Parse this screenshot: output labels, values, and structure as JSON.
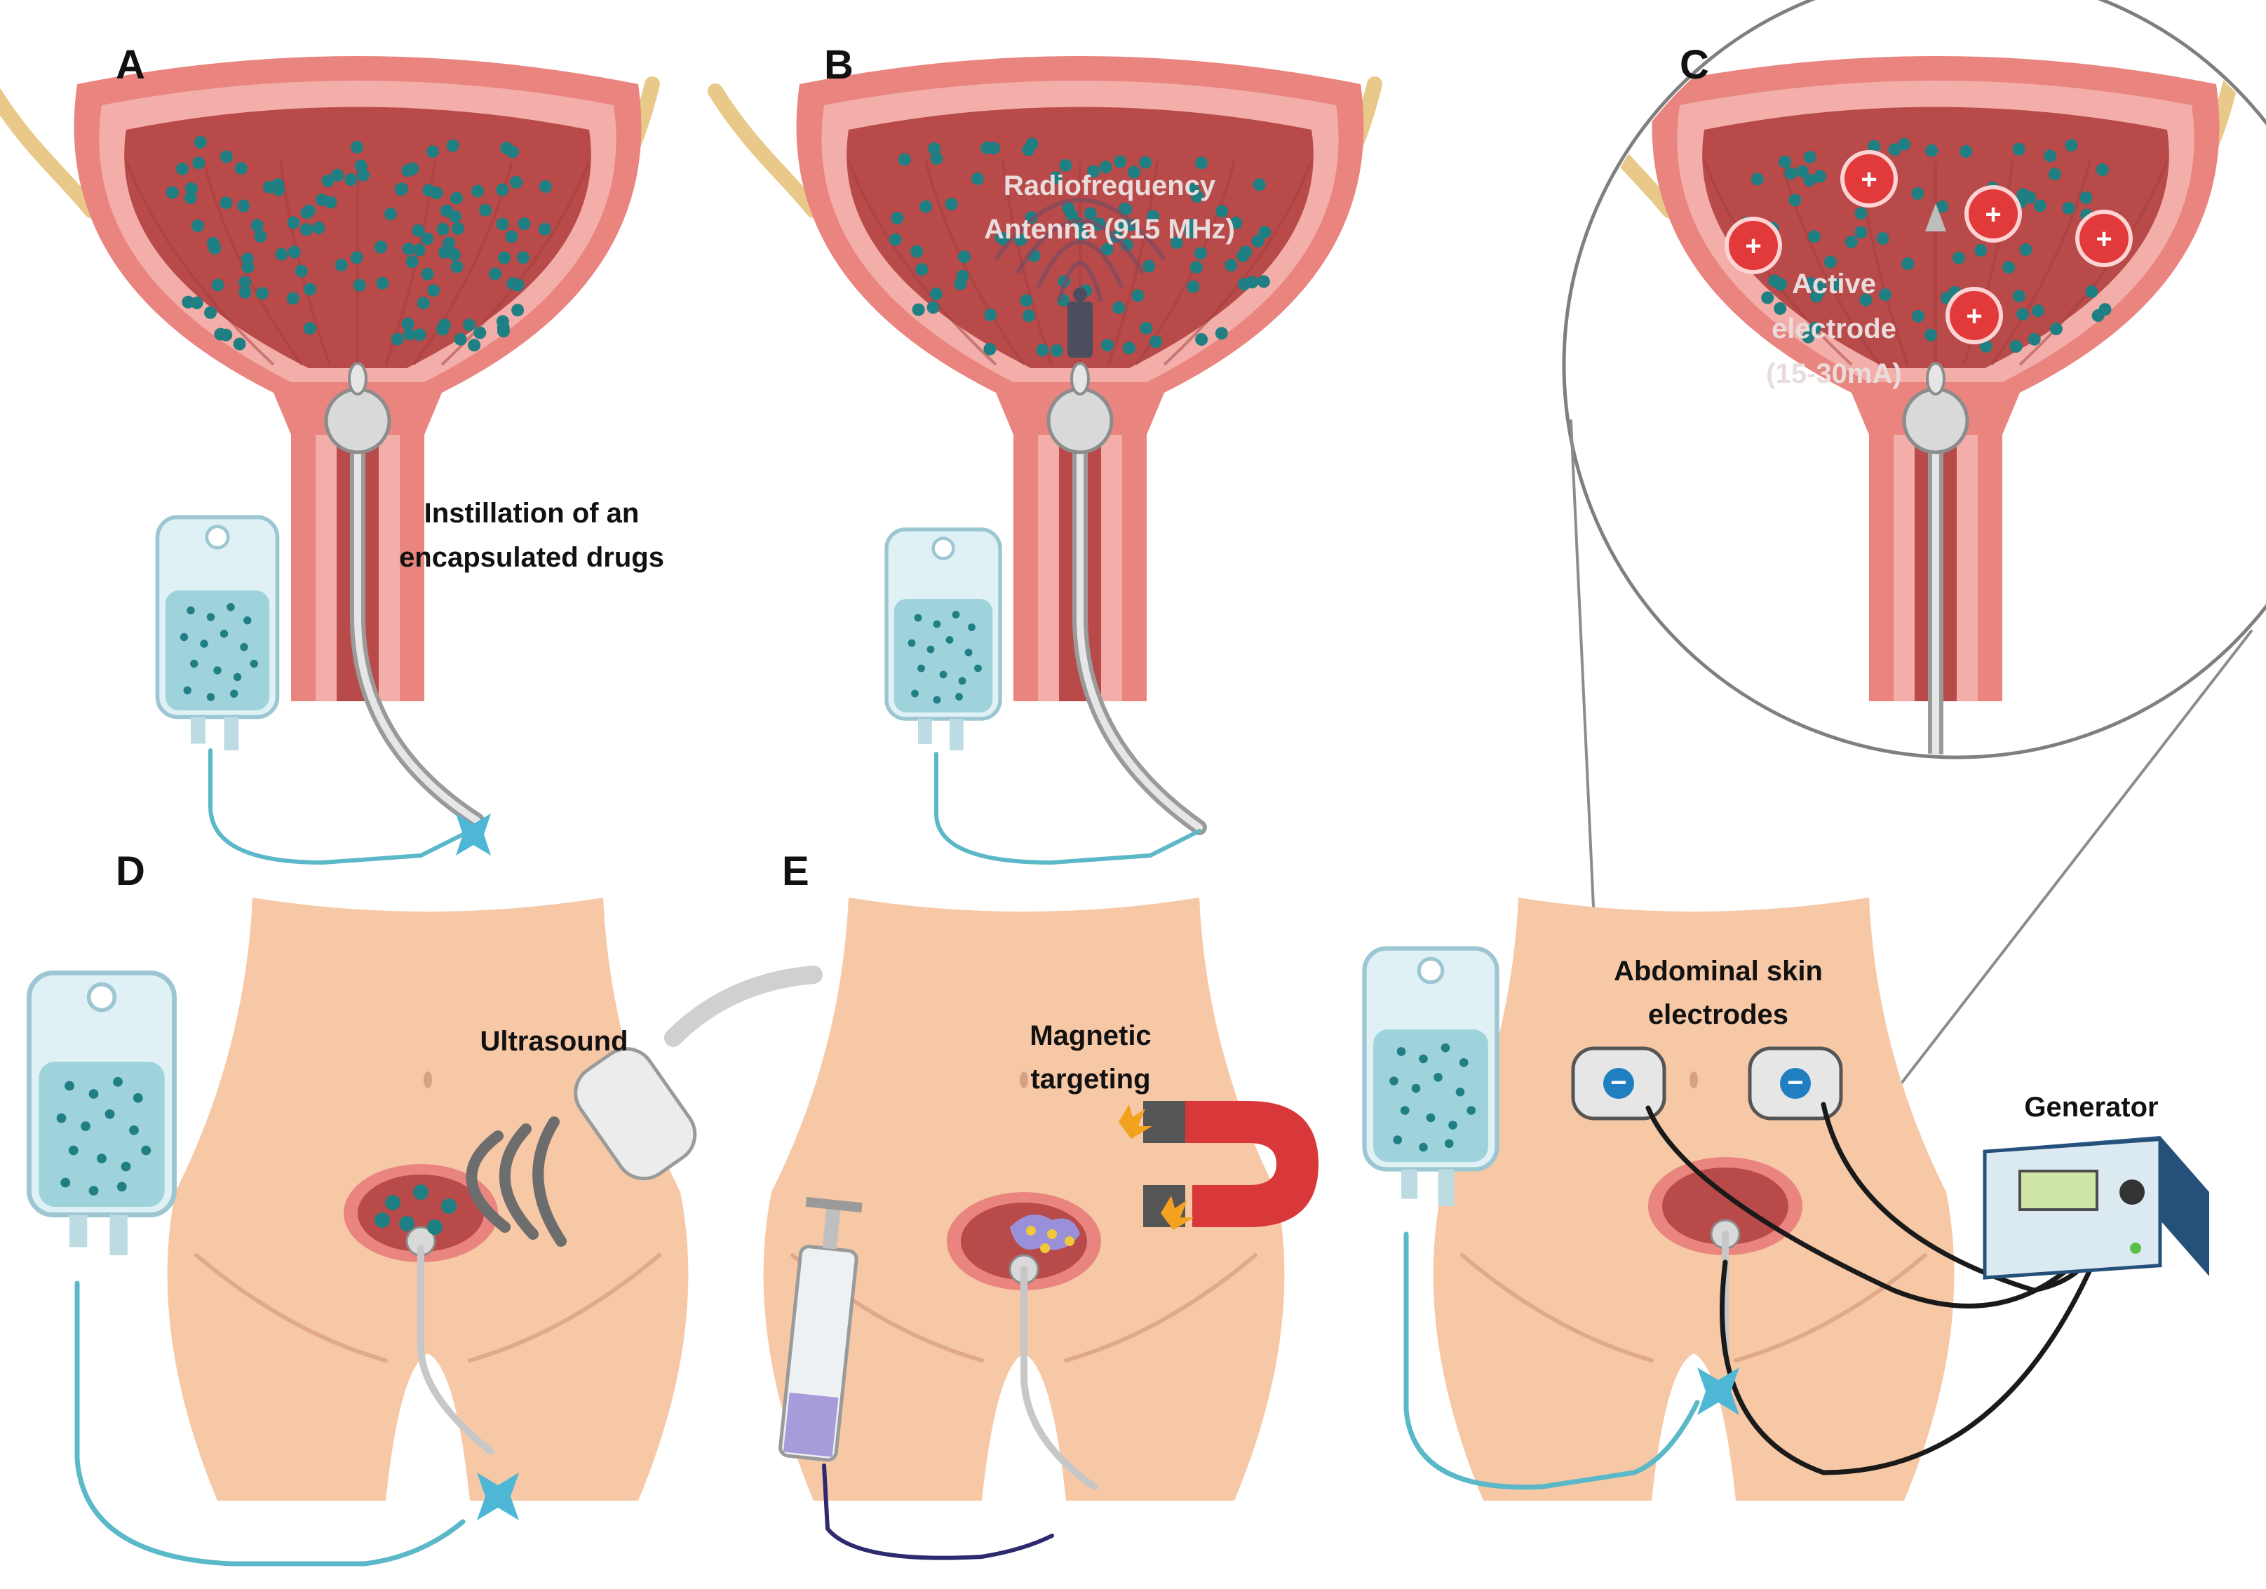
{
  "panels": {
    "a": {
      "letter": "A",
      "caption": [
        "Instillation of an",
        "encapsulated drugs"
      ]
    },
    "b": {
      "letter": "B",
      "caption": [
        "Radiofrequency",
        "Antenna (915 MHz)"
      ]
    },
    "c": {
      "letter": "C",
      "caption": [
        "Active",
        "electrode",
        "(15-30mA)"
      ]
    },
    "d": {
      "letter": "D",
      "caption": [
        "Ultrasound"
      ]
    },
    "e": {
      "letter": "E",
      "caption": [
        "Magnetic",
        "targeting"
      ]
    },
    "f": {
      "caption": [
        "Abdominal skin",
        "electrodes"
      ],
      "generator": "Generator"
    }
  },
  "symbols": {
    "positive": "+",
    "negative": "−"
  },
  "colors": {
    "bladder_outer": "#e9847f",
    "bladder_wall": "#f3aea9",
    "bladder_inner": "#b84a49",
    "drug_particle": "#1f7f82",
    "skin": "#f6c8a6",
    "fluid": "#9fd3dc",
    "tubing": "#5ab8c8",
    "electrode_red": "#e23a3a",
    "electrode_blue": "#1f7fc1",
    "magnet_red": "#d9383a",
    "magnet_pole": "#555555",
    "generator_body": "#24507a",
    "generator_screen": "#cfe6a6"
  },
  "icons": [
    "catheter-balloon-icon",
    "infusion-bag-icon",
    "ultrasound-probe-icon",
    "magnet-icon",
    "syringe-icon",
    "generator-icon",
    "skin-electrode-icon",
    "antenna-icon",
    "spark-icon"
  ]
}
